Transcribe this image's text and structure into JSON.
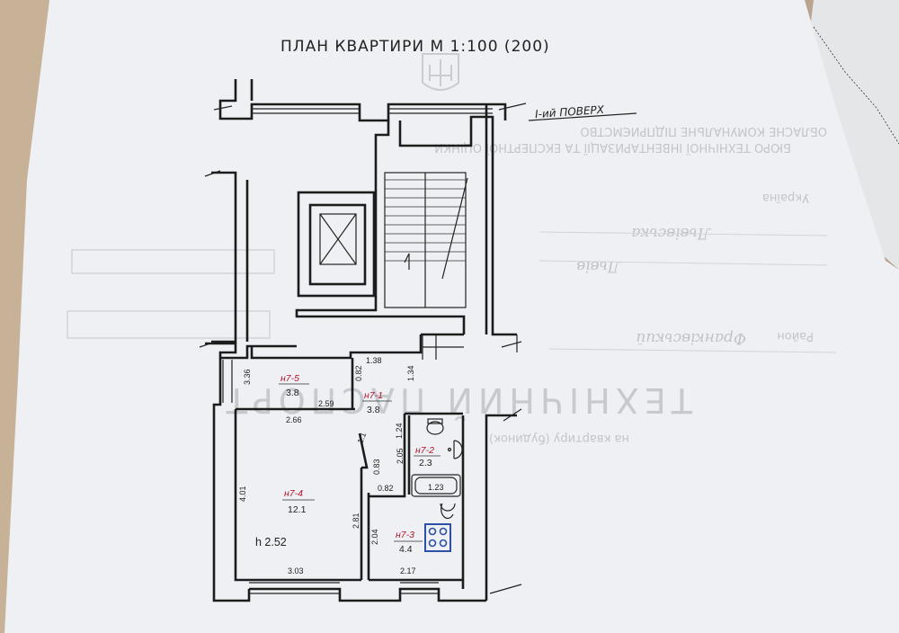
{
  "header": {
    "title": "ПЛАН КВАРТИРИ М 1:100 (200)",
    "floor_note": "I-ий ПОВЕРХ"
  },
  "background_text": {
    "org_line_1": "ОБЛАСНЕ КОМУНАЛЬНЕ ПІДПРИЄМСТВО",
    "org_line_2": "БЮРО ТЕХНІЧНОЇ ІНВЕНТАРИЗАЦІЇ ТА ЕКСПЕРТНОЇ ОЦІНКИ",
    "country": "Україна",
    "region_hand": "Львівська",
    "city_hand": "Львів",
    "district_hand": "Франківський",
    "district_label": "Район",
    "doc_heading": "ТЕХНІЧНИЙ ПАСПОРТ",
    "doc_sub": "на квартиру (будинок)"
  },
  "rooms": [
    {
      "id": "н7-1",
      "area": "3.8"
    },
    {
      "id": "н7-2",
      "area": "2.3"
    },
    {
      "id": "н7-3",
      "area": "4.4"
    },
    {
      "id": "н7-4",
      "area": "12.1"
    },
    {
      "id": "н7-5",
      "area": "3.8"
    }
  ],
  "dimensions": {
    "d_3_36": "3.36",
    "d_1_38": "1.38",
    "d_0_82": "0.82",
    "d_1_34": "1.34",
    "d_2_59": "2.59",
    "d_2_66": "2.66",
    "d_1_24": "1.24",
    "d_1_1": "1.1",
    "d_2_05": "2.05",
    "d_0_83": "0.83",
    "d_0_82b": "0.82",
    "d_1_23": "1.23",
    "d_4_01": "4.01",
    "d_2_81": "2.81",
    "d_2_04": "2.04",
    "d_3_03": "3.03",
    "d_2_17": "2.17"
  },
  "ceiling_height": "h 2.52",
  "colors": {
    "paper": "#eef0f3",
    "ink": "#1c1c1c",
    "room_id_red": "#b3142b",
    "stove_blue": "#2c4fa8",
    "background_wood": "#b9a48f"
  },
  "icons": {
    "elevator": "elevator-shaft-icon",
    "stairs": "staircase-icon",
    "toilet": "toilet-icon",
    "sink": "washbasin-icon",
    "bathtub": "bathtub-icon",
    "stove": "stove-icon",
    "emblem": "coat-of-arms-icon"
  }
}
